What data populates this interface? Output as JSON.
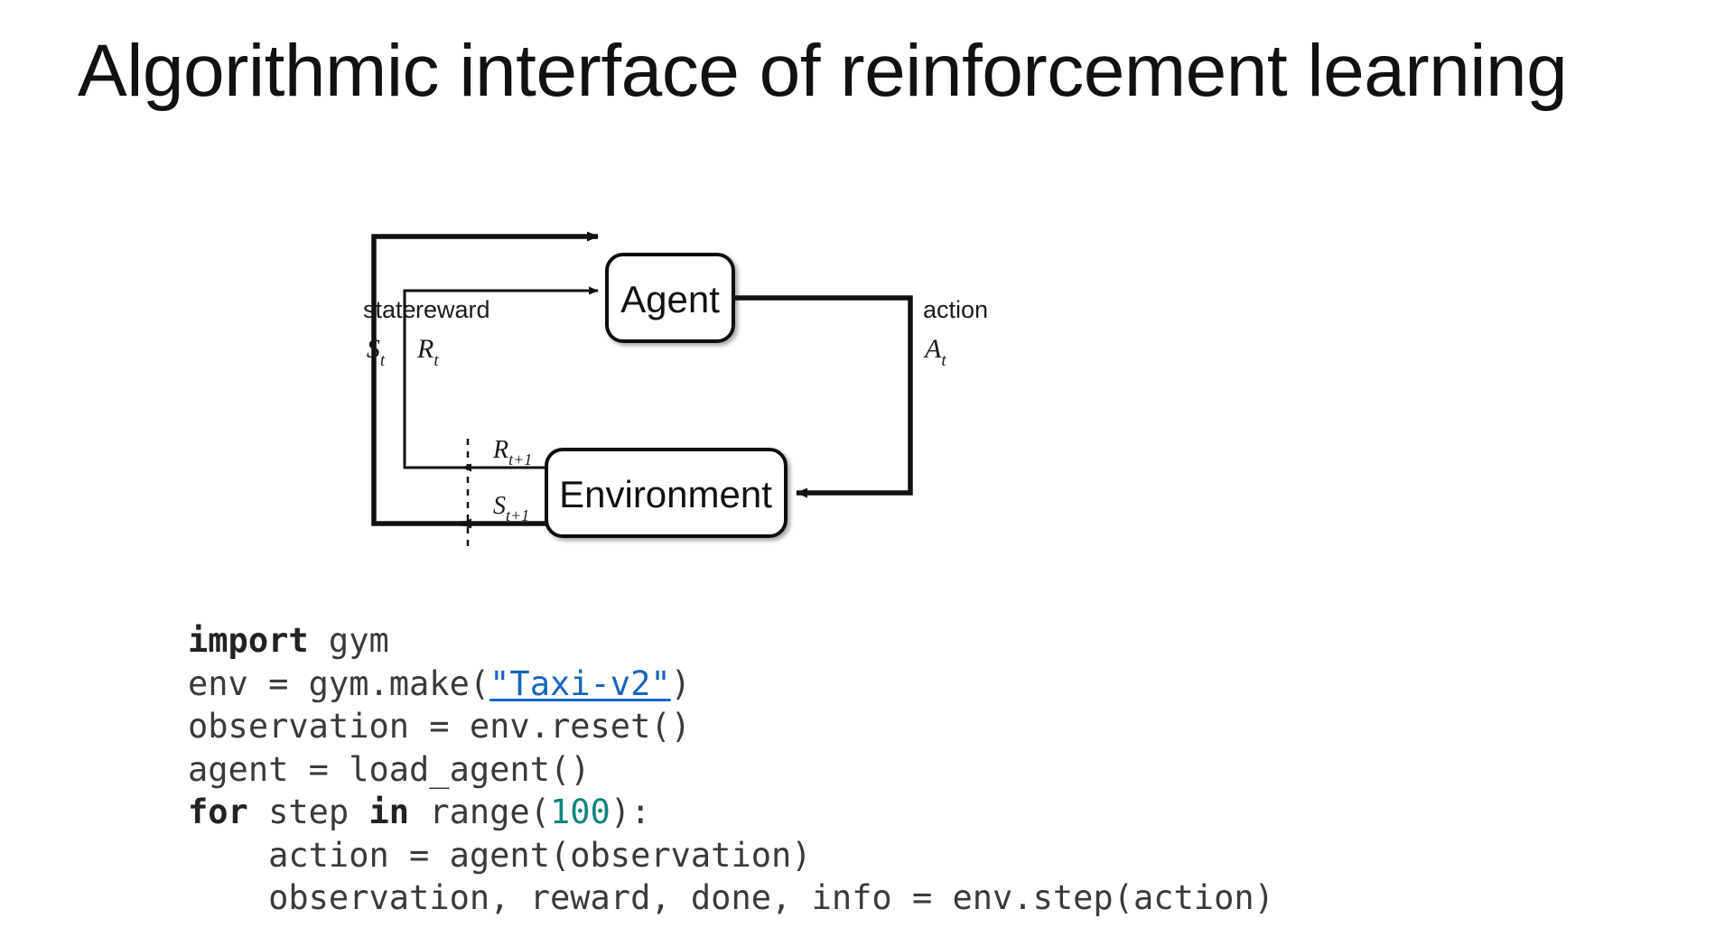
{
  "slide": {
    "title": "Algorithmic interface of reinforcement learning",
    "background_color": "#ffffff",
    "text_color": "#111111"
  },
  "diagram": {
    "name": "agent-environment-interaction-loop",
    "description": "Sutton & Barto reinforcement learning agent-environment interface diagram",
    "nodes": [
      {
        "id": "agent",
        "label": "Agent"
      },
      {
        "id": "environment",
        "label": "Environment"
      }
    ],
    "edge_labels": {
      "state_word": "state",
      "state_symbol": "S",
      "state_subscript": "t",
      "reward_word": "reward",
      "reward_symbol": "R",
      "reward_subscript": "t",
      "action_word": "action",
      "action_symbol": "A",
      "action_subscript": "t",
      "next_reward_symbol": "R",
      "next_reward_subscript": "t+1",
      "next_state_symbol": "S",
      "next_state_subscript": "t+1"
    },
    "stroke_color": "#111111"
  },
  "code": {
    "language": "python",
    "colors": {
      "plain": "#3a3a3a",
      "keyword": "#222222",
      "string_link": "#1565c0",
      "number": "#10847e"
    },
    "lines": [
      {
        "indent": "",
        "tokens": [
          {
            "type": "kw",
            "text": "import"
          },
          {
            "type": "plain",
            "text": " gym"
          }
        ]
      },
      {
        "indent": "",
        "tokens": [
          {
            "type": "plain",
            "text": "env = gym.make("
          },
          {
            "type": "str",
            "text": "\"Taxi-v2\""
          },
          {
            "type": "plain",
            "text": ")"
          }
        ]
      },
      {
        "indent": "",
        "tokens": [
          {
            "type": "plain",
            "text": "observation = env.reset()"
          }
        ]
      },
      {
        "indent": "",
        "tokens": [
          {
            "type": "plain",
            "text": "agent = load_agent()"
          }
        ]
      },
      {
        "indent": "",
        "tokens": [
          {
            "type": "kw",
            "text": "for"
          },
          {
            "type": "plain",
            "text": " step "
          },
          {
            "type": "kw",
            "text": "in"
          },
          {
            "type": "plain",
            "text": " range("
          },
          {
            "type": "num",
            "text": "100"
          },
          {
            "type": "plain",
            "text": "):"
          }
        ]
      },
      {
        "indent": "    ",
        "tokens": [
          {
            "type": "plain",
            "text": "action = agent(observation)"
          }
        ]
      },
      {
        "indent": "    ",
        "tokens": [
          {
            "type": "plain",
            "text": "observation, reward, done, info = env.step(action)"
          }
        ]
      }
    ]
  }
}
